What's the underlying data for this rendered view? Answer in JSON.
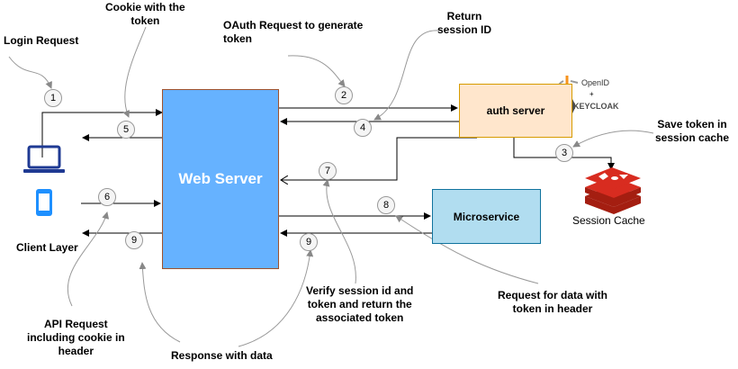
{
  "nodes": {
    "web_server": "Web Server",
    "auth_server": "auth server",
    "microservice": "Microservice",
    "session_cache": "Session Cache",
    "client_layer": "Client Layer",
    "openid": "OpenID",
    "plus": "+",
    "keycloak": "KEYCLOAK"
  },
  "labels": {
    "login_request": "Login Request",
    "cookie_token": "Cookie with the\ntoken",
    "oauth_request": "OAuth Request to generate\ntoken",
    "return_session": "Return\nsession ID",
    "save_token": "Save token in\nsession cache",
    "api_request": "API Request\nincluding cookie in\nheader",
    "response_data": "Response with data",
    "verify_session": "Verify session id and\ntoken and return the\nassociated token",
    "request_data": "Request for data with\ntoken in header"
  },
  "steps": {
    "s1": "1",
    "s2": "2",
    "s3": "3",
    "s4": "4",
    "s5": "5",
    "s6": "6",
    "s7": "7",
    "s8": "8",
    "s9a": "9",
    "s9b": "9"
  },
  "colors": {
    "web_server_fill": "#66b2ff",
    "auth_fill": "#ffe6cc",
    "microservice_fill": "#b1ddf0",
    "client_icon": "#1f3a93",
    "cache_red": "#d82c20"
  }
}
